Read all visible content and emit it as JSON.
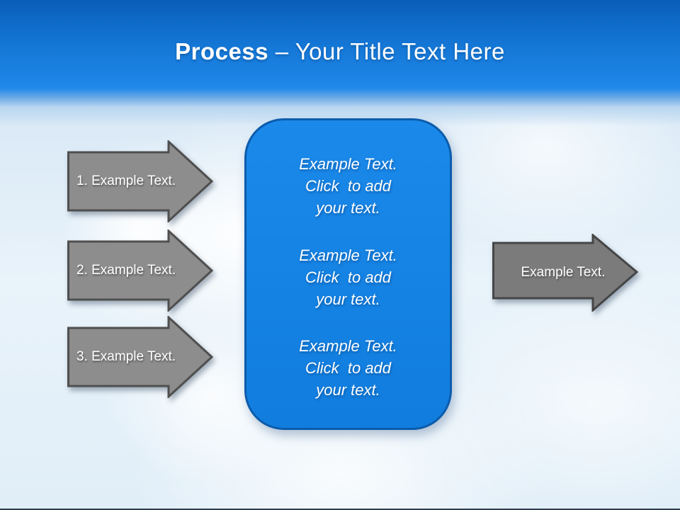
{
  "title": {
    "bold": "Process",
    "rest": " – Your Title Text Here"
  },
  "left_arrows": [
    {
      "label": "1. Example Text."
    },
    {
      "label": "2. Example Text."
    },
    {
      "label": "3. Example Text."
    }
  ],
  "right_arrow": {
    "label": "Example Text."
  },
  "center_box": {
    "blocks": [
      {
        "lines": [
          "Example Text.",
          "Click  to add",
          "your text."
        ]
      },
      {
        "lines": [
          "Example Text.",
          "Click  to add",
          "your text."
        ]
      },
      {
        "lines": [
          "Example Text.",
          "Click  to add",
          "your text."
        ]
      }
    ]
  },
  "colors": {
    "header_top": "#0a5db8",
    "header_bottom": "#1c84e4",
    "box_fill": "#1585e6",
    "box_border": "#0b5cab",
    "left_arrow_fill": "#8d8d8d",
    "left_arrow_border": "#4f4f4f",
    "right_arrow_fill": "#7b7b7b",
    "right_arrow_border": "#454545",
    "text": "#ffffff",
    "bottom_bar": "#2e3d4e"
  }
}
